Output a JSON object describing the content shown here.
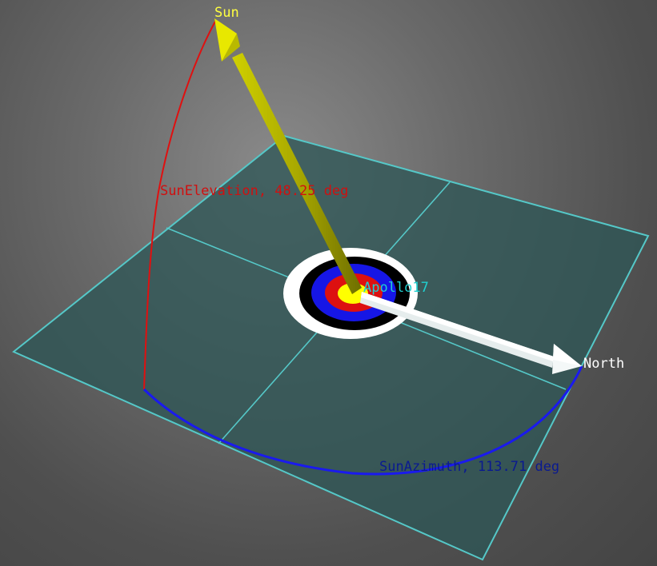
{
  "scene": {
    "labels": {
      "sun": "Sun",
      "north": "North",
      "sun_elevation": "SunElevation, 48.25 deg",
      "sun_azimuth": "SunAzimuth, 113.71 deg",
      "target": "Apollo17"
    },
    "values": {
      "sun_elevation_deg": 48.25,
      "sun_azimuth_deg": 113.71
    },
    "colors": {
      "sun_label": "#ffff40",
      "sun_arrow": "#a8a800",
      "north_label": "#ffffff",
      "north_arrow": "#f2f6f6",
      "elevation_arc": "#e01010",
      "elevation_label": "#d01010",
      "azimuth_arc": "#1a1aee",
      "azimuth_label": "#0a1a90",
      "plane_edge": "#55c8c8",
      "plane_fill": "#2f5858",
      "target_label": "#20d0d0"
    }
  }
}
